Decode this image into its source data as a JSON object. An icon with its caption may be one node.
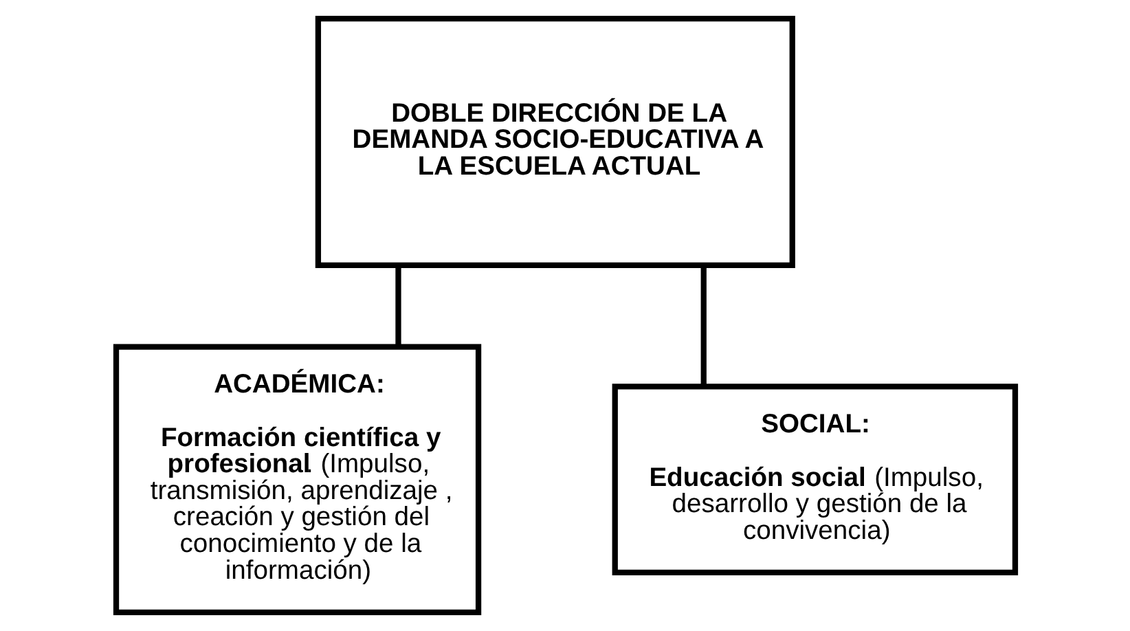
{
  "diagram": {
    "nodes": [
      {
        "text": [
          "DOBLE DIRECCIÓN DE LA DEMANDA SOCIO-EDUCATIVA A LA ESCUELA ACTUAL"
        ]
      },
      {
        "text": [
          "ACADÉMICA:",
          "**Formación científica y profesional**. (Impulso, transmisión, aprendizaje , creación y gestión del conocimiento y de la información)"
        ]
      },
      {
        "text": [
          "SOCIAL:",
          "**Educación social** (Impulso, desarrollo y gestión de la convivencia)"
        ]
      }
    ],
    "edges": [
      {
        "from": 0,
        "to": 1,
        "arrow": "none"
      },
      {
        "from": 0,
        "to": 2,
        "arrow": "none"
      }
    ]
  }
}
